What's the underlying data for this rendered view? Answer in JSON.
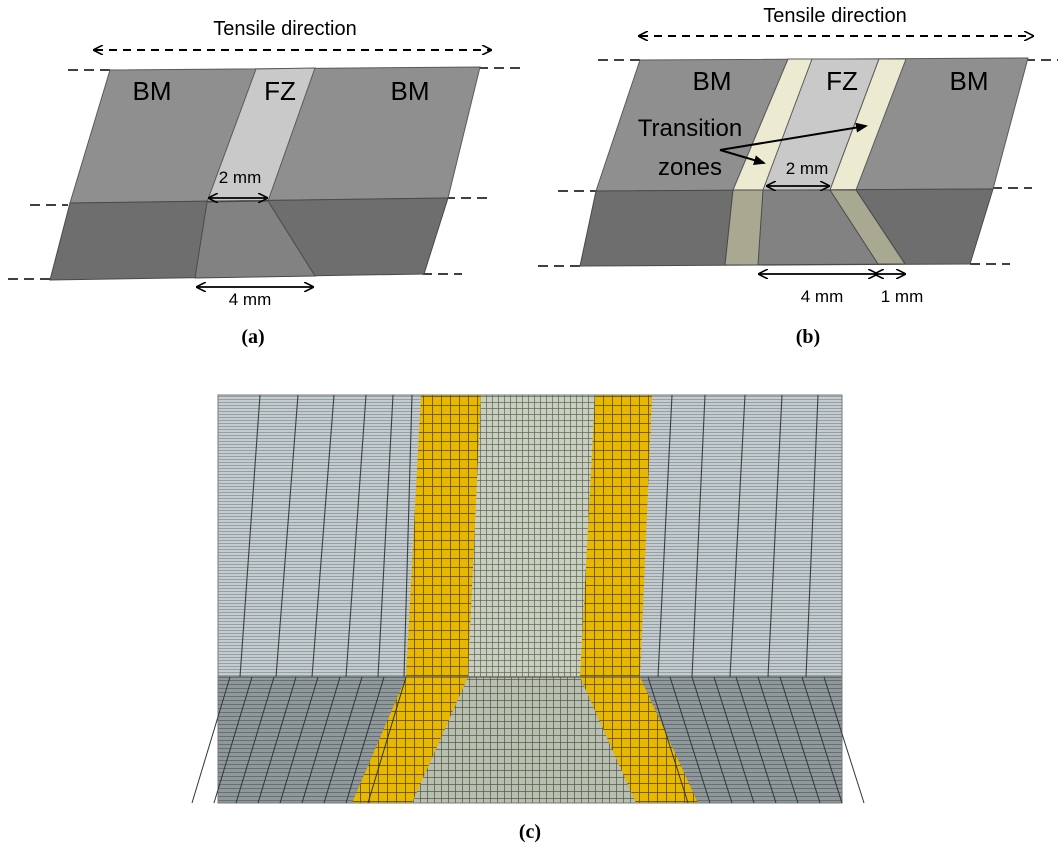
{
  "panel_a": {
    "direction_label": "Tensile direction",
    "bm_left": "BM",
    "fz": "FZ",
    "bm_right": "BM",
    "dim_top": "2 mm",
    "dim_bottom": "4 mm",
    "caption": "(a)"
  },
  "panel_b": {
    "direction_label": "Tensile direction",
    "bm_left": "BM",
    "fz": "FZ",
    "bm_right": "BM",
    "transition_line1": "Transition",
    "transition_line2": "zones",
    "dim_top": "2 mm",
    "dim_bottom": "4 mm",
    "dim_side": "1 mm",
    "caption": "(b)"
  },
  "panel_c": {
    "caption": "(c)"
  },
  "colors": {
    "bm_top": "#8f8f8f",
    "bm_bottom": "#6e6e6e",
    "fz": "#c9c9c9",
    "transition": "#ecebd2",
    "mesh_bm": "#b8c0c3",
    "mesh_yellow": "#e6b600",
    "mesh_center": "#c2c8b8"
  }
}
